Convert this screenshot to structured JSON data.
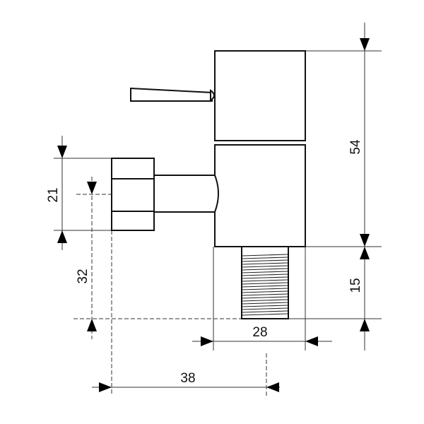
{
  "dimensions": {
    "body_height": "54",
    "thread_length": "15",
    "inlet_diameter": "21",
    "inlet_center_height": "32",
    "thread_width": "28",
    "inlet_offset": "38"
  }
}
